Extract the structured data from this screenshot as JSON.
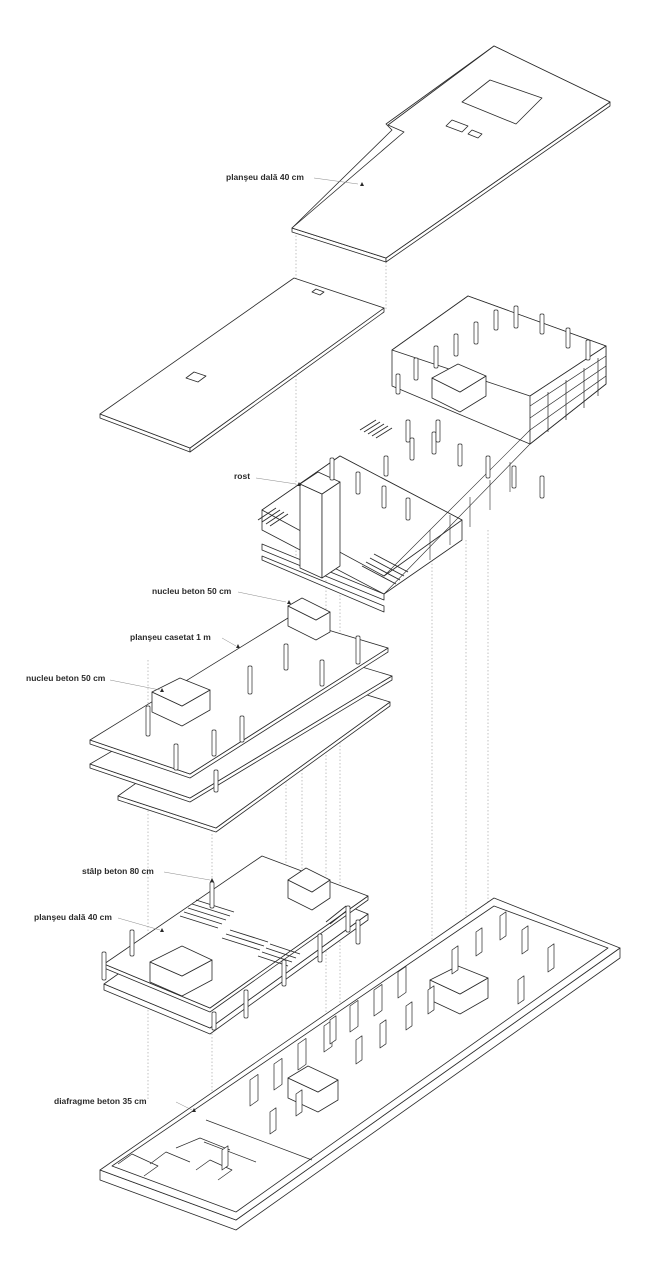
{
  "diagram": {
    "labels": {
      "roof_slab": "planşeu dală 40 cm",
      "joint": "rost",
      "core_upper": "nucleu beton 50 cm",
      "coffered_slab": "planşeu casetat 1 m",
      "core_left": "nucleu beton 50 cm",
      "column": "stâlp beton 80 cm",
      "slab_lower": "planşeu dală 40 cm",
      "walls": "diafragme beton 35 cm"
    },
    "colors": {
      "line": "#2a2a2a",
      "fill": "#ffffff",
      "thin": "#6a6a6a",
      "dotted": "#9a9a9a"
    }
  }
}
